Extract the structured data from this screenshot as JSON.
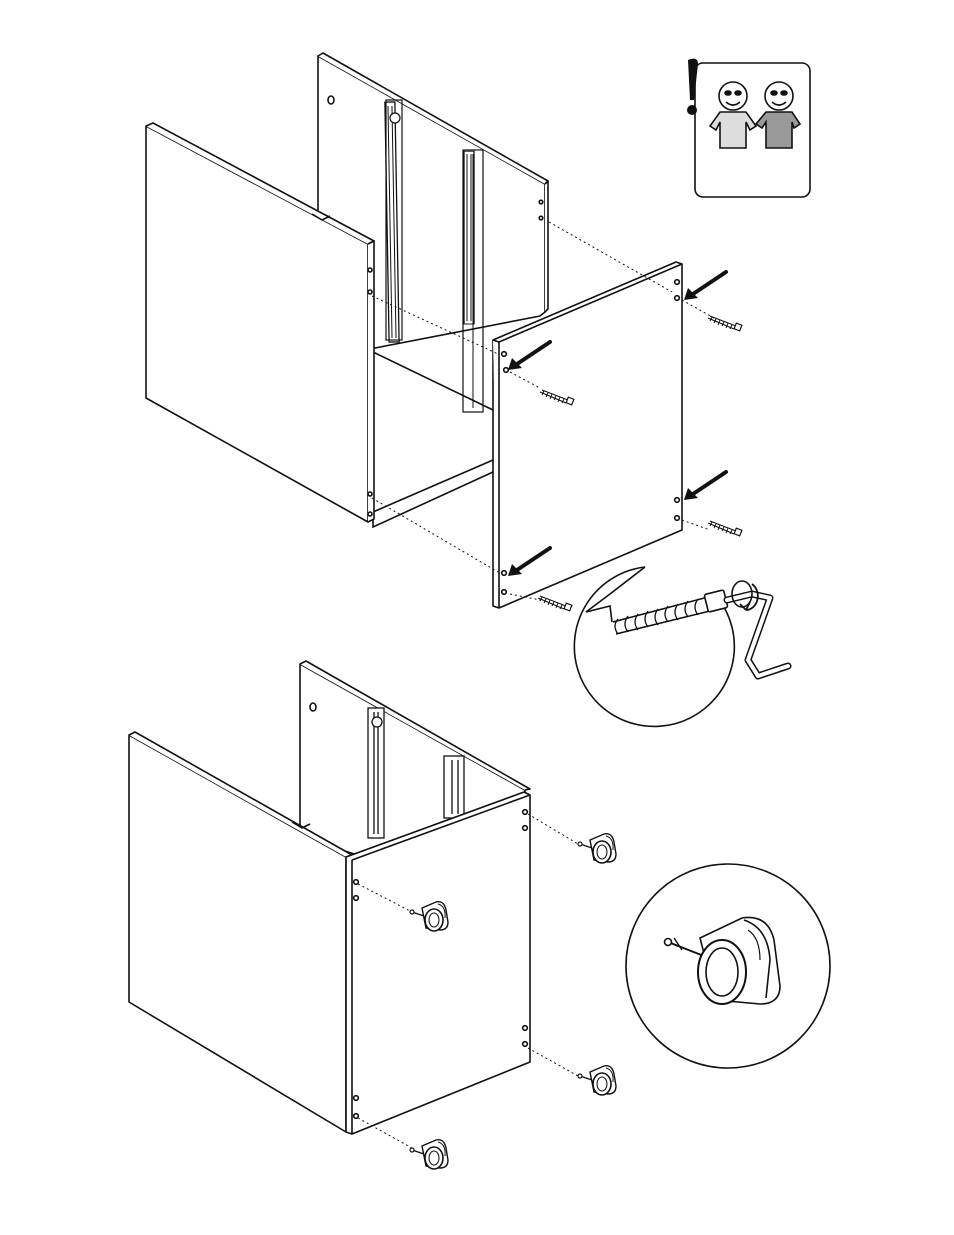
{
  "page": {
    "background": "#ffffff",
    "line_color": "#111111"
  },
  "steps": [
    {
      "id": "step-1",
      "subject": "attach-front-panel-with-cam-screws",
      "screws": 4,
      "arrows": 4,
      "detail": "screw-insertion-with-crank-key"
    },
    {
      "id": "step-2",
      "subject": "attach-caster-wheels",
      "casters": 4,
      "detail": "caster-wheel-close-up"
    }
  ],
  "warning_badge": {
    "icon": "two-persons-required-icon",
    "exclamation": "!",
    "person_colors": [
      "#dddddd",
      "#999999"
    ]
  }
}
